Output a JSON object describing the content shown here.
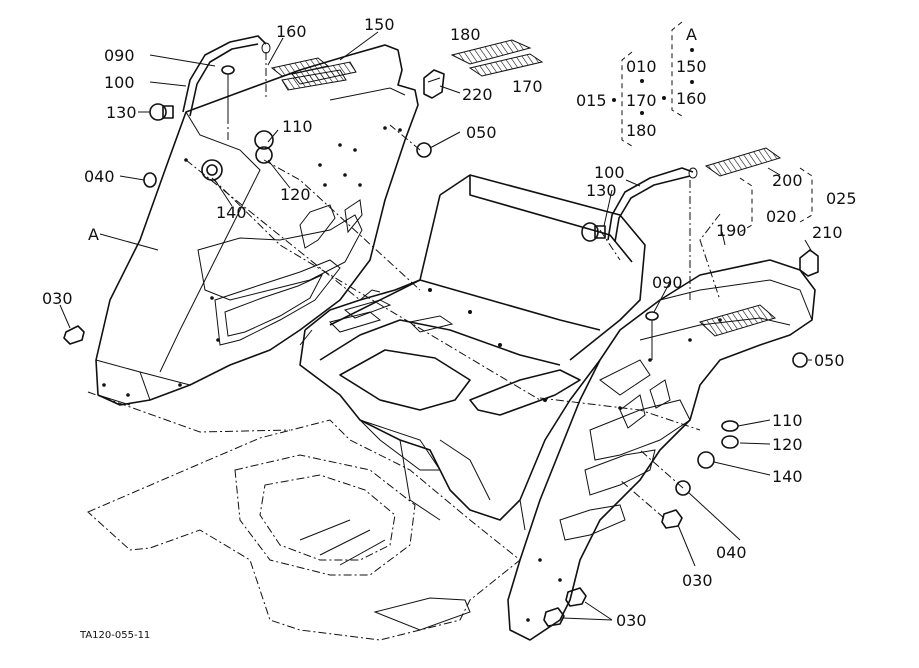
{
  "figure_id": "TA120-055-11",
  "callouts": {
    "c090_left": "090",
    "c100_left": "100",
    "c130_left": "130",
    "c160": "160",
    "c150": "150",
    "c110_left": "110",
    "c120_left": "120",
    "c040_left": "040",
    "c140_left": "140",
    "cA": "A",
    "c030_left": "030",
    "c180": "180",
    "c170": "170",
    "c220": "220",
    "c050_top": "050",
    "c130_right": "130",
    "c100_right": "100",
    "c090_right": "090",
    "c200": "200",
    "c025": "025",
    "c020": "020",
    "c190": "190",
    "c210": "210",
    "c050_right": "050",
    "c110_right": "110",
    "c120_right": "120",
    "c140_right": "140",
    "c040_right": "040",
    "c030_mid": "030",
    "c030_bottom": "030"
  },
  "legend": {
    "set_A_label": "A",
    "set_A_items": [
      "150",
      "160"
    ],
    "set_015_label": "015",
    "set_015_items": [
      "010",
      "170",
      "180"
    ]
  }
}
